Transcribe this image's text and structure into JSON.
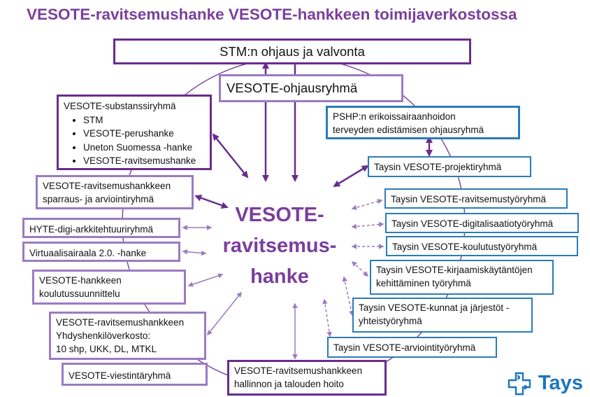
{
  "title": "VESOTE-ravitsemushanke VESOTE-hankkeen toimijaverkostossa",
  "center": {
    "line1": "VESOTE-",
    "line2": "ravitsemus-",
    "line3": "hanke"
  },
  "boxes": {
    "stm": "STM:n ohjaus ja valvonta",
    "ohjausryhma": "VESOTE-ohjausryhmä",
    "substanssi": {
      "heading": "VESOTE-substanssiryhmä",
      "items": [
        "STM",
        "VESOTE-perushanke",
        "Uneton Suomessa -hanke",
        "VESOTE-ravitsemushanke"
      ]
    },
    "pshp": {
      "line1": "PSHP:n erikoissairaanhoidon",
      "line2": "terveyden edistämisen  ohjausryhmä"
    },
    "projektiryhma": "Taysin VESOTE-projektiryhmä",
    "sparraus": {
      "line1": "VESOTE-ravitsemushankkeen",
      "line2": "sparraus- ja arviointiryhmä"
    },
    "ravitsemustyo": "Taysin VESOTE-ravitsemustyöryhmä",
    "hyte": "HYTE-digi-arkkitehtuuriryhmä",
    "digitalisaatio": "Taysin VESOTE-digitalisaatiotyöryhmä",
    "virtuaali": "Virtuaalisairaala 2.0. -hanke",
    "koulutustyo": "Taysin VESOTE-koulutustyöryhmä",
    "koulutussuunnittelu": {
      "line1": "VESOTE-hankkeen",
      "line2": "koulutussuunnittelu"
    },
    "kirjaamis": {
      "line1": "Taysin VESOTE-kirjaamiskäytäntöjen",
      "line2": "kehittäminen työryhmä"
    },
    "yhdyshenkilo": {
      "line1": "VESOTE-ravitsemushankkeen",
      "line2": "Yhdyshenkilöverkosto:",
      "line3": "10  shp, UKK, DL, MTKL"
    },
    "kunnat": {
      "line1": "Taysin VESOTE-kunnat ja järjestöt -",
      "line2": "yhteistyöryhmä"
    },
    "arviointi": "Taysin VESOTE-arviointityöryhmä",
    "viestinta": "VESOTE-viestintäryhmä",
    "hallinto": {
      "line1": "VESOTE-ravitsemushankkeen",
      "line2": "hallinnon ja talouden hoito"
    }
  },
  "logo": {
    "text": "Tays",
    "icon": "tays-cross-logo-icon"
  },
  "colors": {
    "purple_dark": "#6a2c8c",
    "purple_light": "#9b7bc1",
    "blue": "#2b7bb8",
    "title": "#7a3e9d"
  }
}
